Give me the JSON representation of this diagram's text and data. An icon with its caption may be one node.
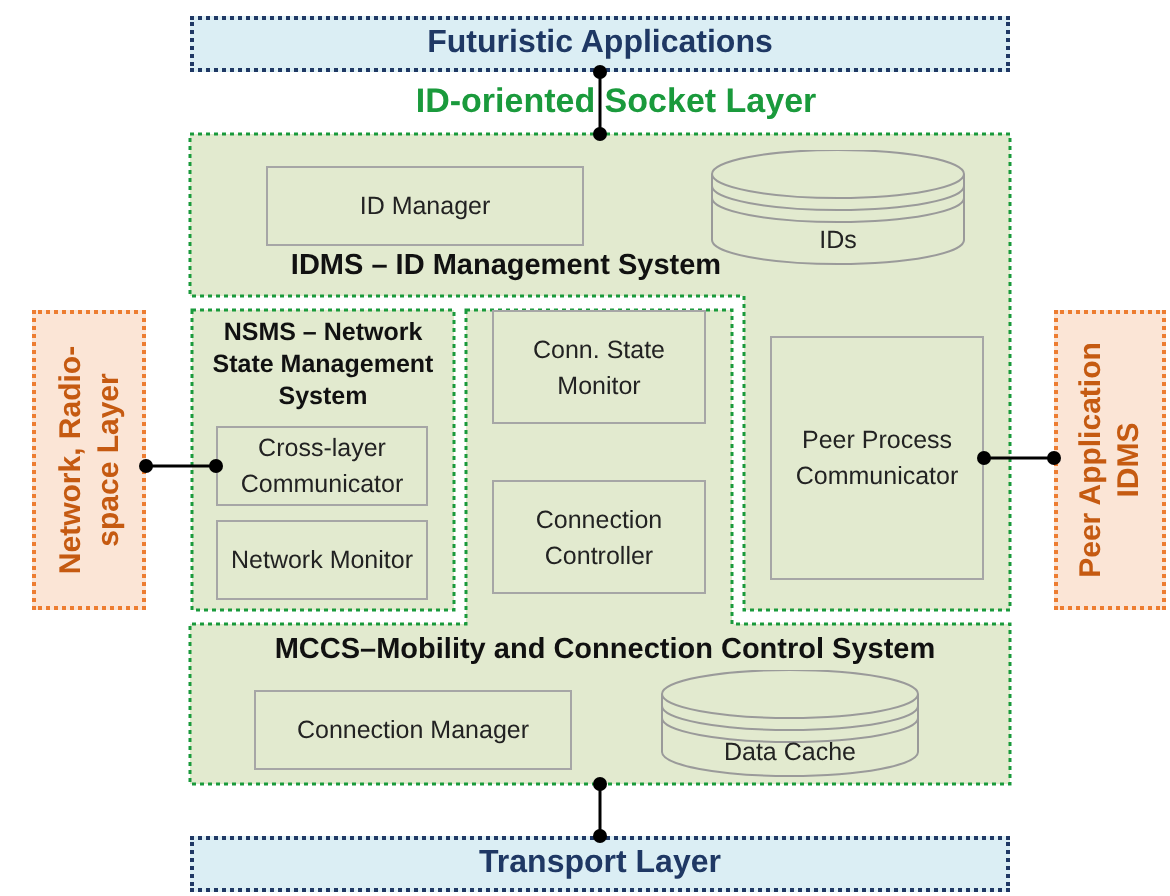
{
  "diagram": {
    "nodes": [
      {
        "text": [
          "Futuristic Applications"
        ]
      },
      {
        "text": [
          "IDMS – ID Management System"
        ]
      },
      {
        "text": [
          "ID Manager"
        ],
        "in": 1
      },
      {
        "text": [
          "IDs"
        ],
        "in": 1
      },
      {
        "text": [
          "Network, Radio-space Layer"
        ]
      },
      {
        "text": [
          "NSMS – Network State Management System"
        ]
      },
      {
        "text": [
          "Cross-layer Communicator"
        ],
        "in": 5
      },
      {
        "text": [
          "Network Monitor"
        ],
        "in": 5
      },
      {
        "text": [
          "MCCS–Mobility and Connection Control System"
        ]
      },
      {
        "text": [
          "Conn. State Monitor"
        ],
        "in": 8
      },
      {
        "text": [
          "Connection Controller"
        ],
        "in": 8
      },
      {
        "text": [
          "Peer Process Communicator"
        ],
        "in": 1
      },
      {
        "text": [
          "Peer Application IDMS"
        ]
      },
      {
        "text": [
          "Connection Manager"
        ],
        "in": 8
      },
      {
        "text": [
          "Data Cache"
        ],
        "in": 8
      },
      {
        "text": [
          "Transport Layer"
        ]
      }
    ],
    "edges": [
      {
        "from": 0,
        "to": 1,
        "arrow": "other"
      },
      {
        "from": 4,
        "to": 6,
        "arrow": "other"
      },
      {
        "from": 11,
        "to": 12,
        "arrow": "other"
      },
      {
        "from": 8,
        "to": 15,
        "arrow": "other"
      }
    ],
    "labels": [
      "ID-oriented Socket Layer"
    ]
  }
}
